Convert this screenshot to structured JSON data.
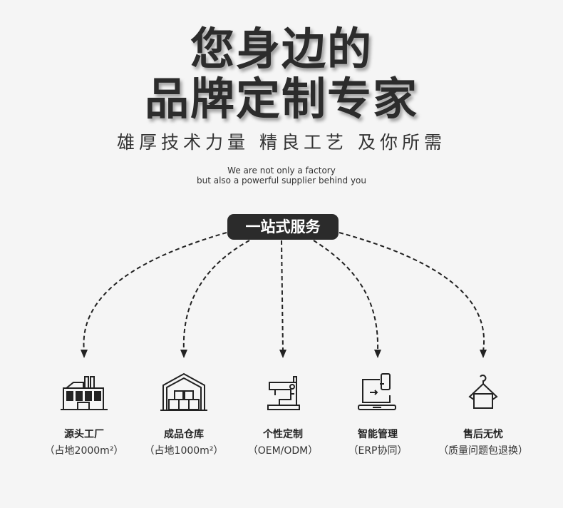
{
  "headline": {
    "line1": "您身边的",
    "line2": "品牌定制专家"
  },
  "tagline": "雄厚技术力量 精良工艺 及你所需",
  "english": {
    "line1": "We are not only a factory",
    "line2": "but also a powerful supplier behind you"
  },
  "badge": "一站式服务",
  "services": [
    {
      "icon": "factory-icon",
      "title": "源头工厂",
      "sub": "（占地2000m²）"
    },
    {
      "icon": "warehouse-icon",
      "title": "成品仓库",
      "sub": "（占地1000m²）"
    },
    {
      "icon": "sewing-machine-icon",
      "title": "个性定制",
      "sub": "（OEM/ODM）"
    },
    {
      "icon": "computer-phone-icon",
      "title": "智能管理",
      "sub": "（ERP协同）"
    },
    {
      "icon": "hanger-icon",
      "title": "售后无忧",
      "sub": "（质量问题包退换）"
    }
  ]
}
